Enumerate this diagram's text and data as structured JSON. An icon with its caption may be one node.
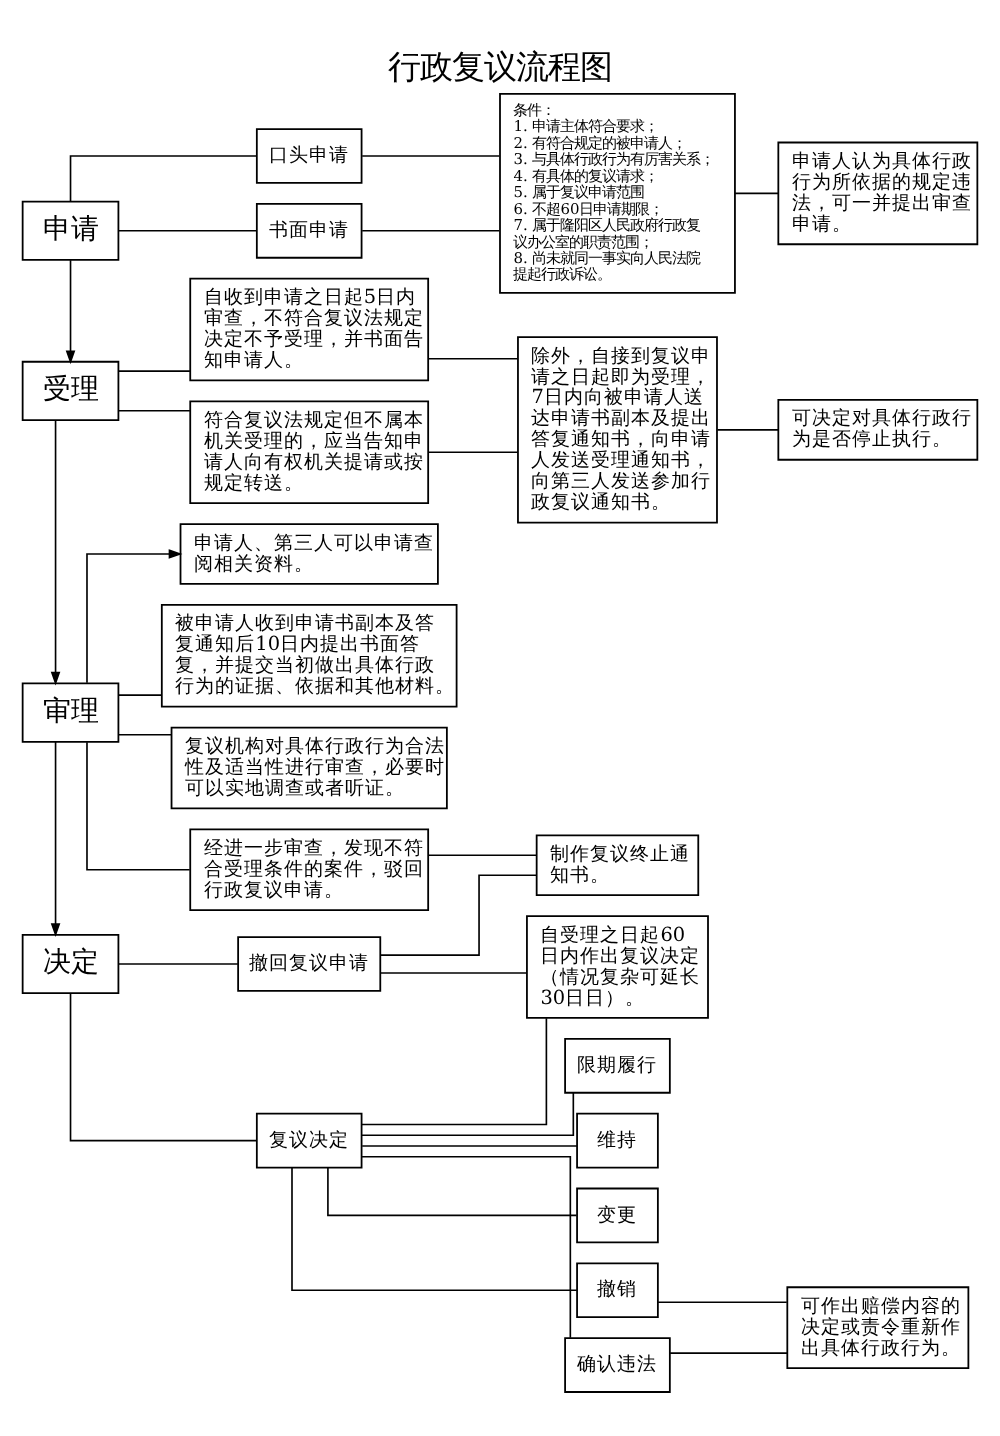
{
  "diagram": {
    "title": "行政复议流程图",
    "nodes": [
      {
        "text": [
          "申请"
        ]
      },
      {
        "text": [
          "口头申请"
        ]
      },
      {
        "text": [
          "书面申请"
        ]
      },
      {
        "text": [
          "条件：",
          "1. 申请主体符合要求；",
          "2. 有符合规定的被申请人；",
          "3. 与具体行政行为有厉害关系；",
          "4. 有具体的复议请求；",
          "5. 属于复议申请范围",
          "6. 不超60日申请期限；",
          "7. 属于隆阳区人民政府行政复议办公室的职责范围；",
          "8. 尚未就同一事实向人民法院提起行政诉讼。"
        ]
      },
      {
        "text": [
          "申请人认为具体行政行为所依据的规定违法，可一并提出审查申请。"
        ]
      },
      {
        "text": [
          "受理"
        ]
      },
      {
        "text": [
          "自收到申请之日起5日内审查，不符合复议法规定决定不予受理，并书面告知申请人。"
        ]
      },
      {
        "text": [
          "符合复议法规定但不属本机关受理的，应当告知申请人向有权机关提请或按规定转送。"
        ]
      },
      {
        "text": [
          "除外，自接到复议申请之日起即为受理，7日内向被申请人送达申请书副本及提出答复通知书，向申请人发送受理通知书，向第三人发送参加行政复议通知书。"
        ]
      },
      {
        "text": [
          "可决定对具体行政行为是否停止执行。"
        ]
      },
      {
        "text": [
          "审理"
        ]
      },
      {
        "text": [
          "申请人、第三人可以申请查阅相关资料。"
        ]
      },
      {
        "text": [
          "被申请人收到申请书副本及答复通知后10日内提出书面答复，并提交当初做出具体行政行为的证据、依据和其他材料。"
        ]
      },
      {
        "text": [
          "复议机构对具体行政行为合法性及适当性进行审查，必要时可以实地调查或者听证。"
        ]
      },
      {
        "text": [
          "经进一步审查，发现不符合受理条件的案件，驳回行政复议申请。"
        ]
      },
      {
        "text": [
          "制作复议终止通知书。"
        ]
      },
      {
        "text": [
          "自受理之日起60日内作出复议决定（情况复杂可延长30日日）。"
        ]
      },
      {
        "text": [
          "决定"
        ]
      },
      {
        "text": [
          "撤回复议申请"
        ]
      },
      {
        "text": [
          "复议决定"
        ]
      },
      {
        "text": [
          "限期履行"
        ]
      },
      {
        "text": [
          "维持"
        ]
      },
      {
        "text": [
          "变更"
        ]
      },
      {
        "text": [
          "撤销"
        ]
      },
      {
        "text": [
          "确认违法"
        ]
      },
      {
        "text": [
          "可作出赔偿内容的决定或责令重新作出具体行政行为。"
        ]
      }
    ],
    "edges": [
      {
        "from": 0,
        "to": 1,
        "arrow": "none"
      },
      {
        "from": 0,
        "to": 2,
        "arrow": "none"
      },
      {
        "from": 1,
        "to": 3,
        "arrow": "none"
      },
      {
        "from": 2,
        "to": 3,
        "arrow": "none"
      },
      {
        "from": 3,
        "to": 4,
        "arrow": "none"
      },
      {
        "from": 0,
        "to": 5,
        "arrow": "to"
      },
      {
        "from": 5,
        "to": 6,
        "arrow": "none"
      },
      {
        "from": 5,
        "to": 7,
        "arrow": "none"
      },
      {
        "from": 6,
        "to": 8,
        "arrow": "none"
      },
      {
        "from": 7,
        "to": 8,
        "arrow": "none"
      },
      {
        "from": 8,
        "to": 9,
        "arrow": "none"
      },
      {
        "from": 5,
        "to": 10,
        "arrow": "to"
      },
      {
        "from": 10,
        "to": 11,
        "arrow": "to"
      },
      {
        "from": 10,
        "to": 12,
        "arrow": "none"
      },
      {
        "from": 10,
        "to": 13,
        "arrow": "none"
      },
      {
        "from": 10,
        "to": 14,
        "arrow": "none"
      },
      {
        "from": 14,
        "to": 15,
        "arrow": "none"
      },
      {
        "from": 10,
        "to": 17,
        "arrow": "to"
      },
      {
        "from": 17,
        "to": 18,
        "arrow": "none"
      },
      {
        "from": 17,
        "to": 19,
        "arrow": "none"
      },
      {
        "from": 18,
        "to": 15,
        "arrow": "none"
      },
      {
        "from": 18,
        "to": 16,
        "arrow": "none"
      },
      {
        "from": 19,
        "to": 16,
        "arrow": "none"
      },
      {
        "from": 19,
        "to": 20,
        "arrow": "none"
      },
      {
        "from": 19,
        "to": 21,
        "arrow": "none"
      },
      {
        "from": 19,
        "to": 22,
        "arrow": "none"
      },
      {
        "from": 19,
        "to": 23,
        "arrow": "none"
      },
      {
        "from": 19,
        "to": 24,
        "arrow": "none"
      },
      {
        "from": 23,
        "to": 25,
        "arrow": "none"
      },
      {
        "from": 24,
        "to": 25,
        "arrow": "none"
      }
    ]
  }
}
